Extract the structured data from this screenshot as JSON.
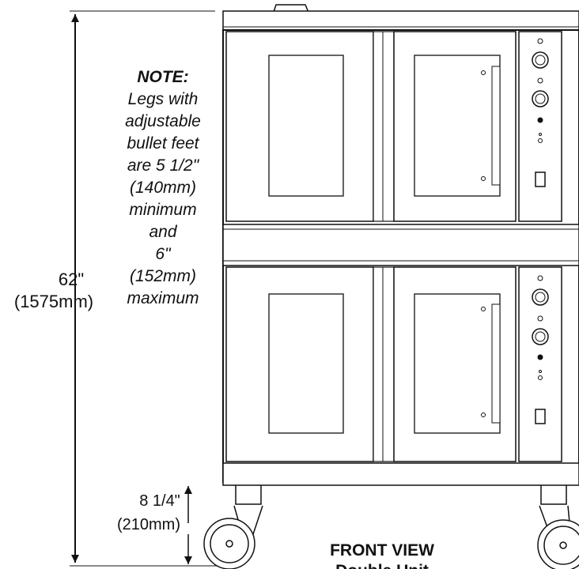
{
  "diagram": {
    "note": {
      "heading": "NOTE:",
      "lines": [
        "Legs with",
        "adjustable",
        "bullet feet",
        "are 5 1/2\"",
        "(140mm)",
        "minimum",
        "and",
        "6\"",
        "(152mm)",
        "maximum"
      ]
    },
    "height_dimension": {
      "imperial": "62\"",
      "metric": "(1575mm)"
    },
    "leg_dimension": {
      "imperial": "8 1/4\"",
      "metric": "(210mm)"
    },
    "view_title": {
      "line1": "FRONT VIEW",
      "line2": "Double Unit"
    },
    "colors": {
      "line": "#111111",
      "background": "#ffffff"
    }
  }
}
